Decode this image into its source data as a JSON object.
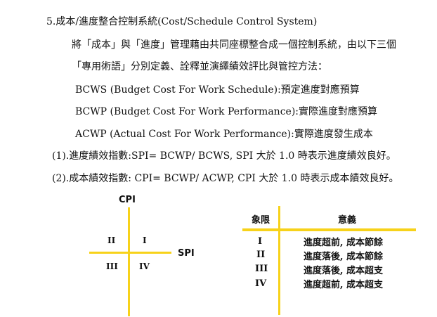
{
  "text": {
    "section_title": "5.成本/進度整合控制系統(Cost/Schedule Control System)",
    "paragraph_line1": "將「成本」與「進度」管理藉由共同座標整合成一個控制系統，由以下三個",
    "paragraph_line2": "「專用術語」分別定義、詮釋並演繹績效評比與管控方法：",
    "definitions": [
      "BCWS (Budget Cost For Work Schedule):預定進度對應預算",
      "BCWP (Budget Cost For Work Performance):實際進度對應預算",
      "ACWP (Actual Cost For Work Performance):實際進度發生成本"
    ],
    "indices": [
      "(1).進度績效指數:SPI= BCWP/ BCWS, SPI 大於 1.0 時表示進度績效良好。",
      "(2).成本績效指數: CPI= BCWP/ ACWP, CPI 大於 1.0 時表示成本績效良好。"
    ]
  },
  "diagram": {
    "y_axis_label": "CPI",
    "x_axis_label": "SPI",
    "quadrants": {
      "q1": "I",
      "q2": "II",
      "q3": "III",
      "q4": "IV"
    },
    "axis_color": "#f7d21a"
  },
  "table": {
    "headers": [
      "象限",
      "意義"
    ],
    "rows": [
      [
        "I",
        "進度超前, 成本節餘"
      ],
      [
        "II",
        "進度落後, 成本節餘"
      ],
      [
        "III",
        "進度落後, 成本超支"
      ],
      [
        "IV",
        "進度超前, 成本超支"
      ]
    ],
    "rule_color": "#f7d21a"
  }
}
